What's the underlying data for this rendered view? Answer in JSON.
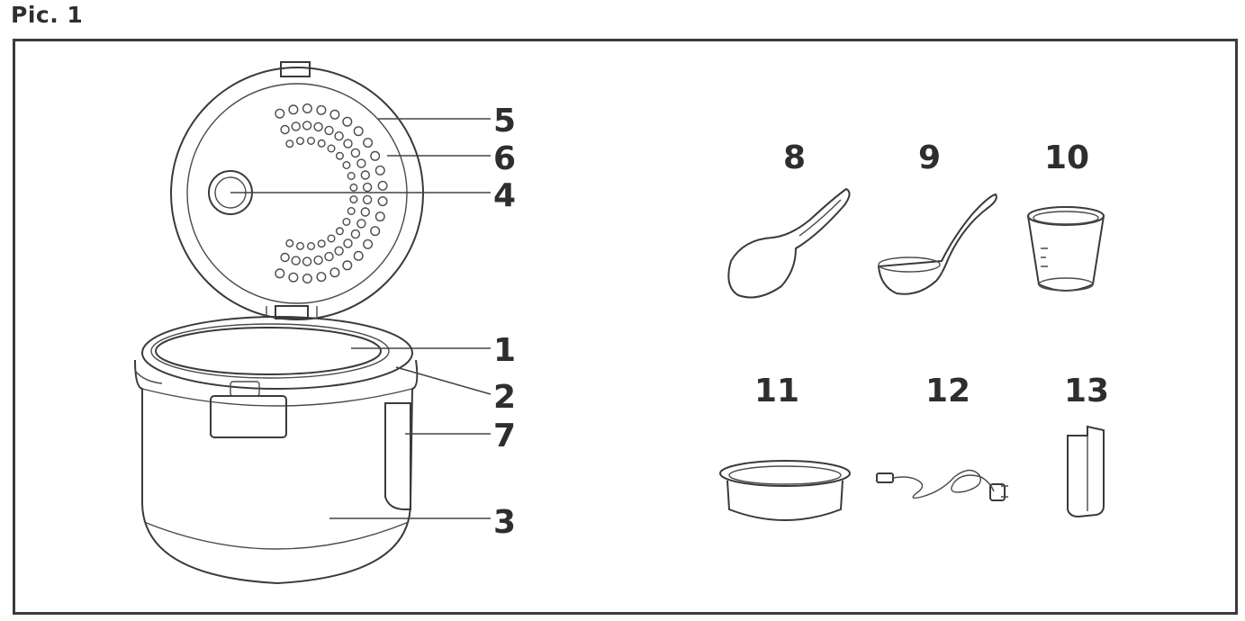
{
  "title": "Pic. 1",
  "labels": {
    "l1": "1",
    "l2": "2",
    "l3": "3",
    "l4": "4",
    "l5": "5",
    "l6": "6",
    "l7": "7",
    "l8": "8",
    "l9": "9",
    "l10": "10",
    "l11": "11",
    "l12": "12",
    "l13": "13"
  }
}
